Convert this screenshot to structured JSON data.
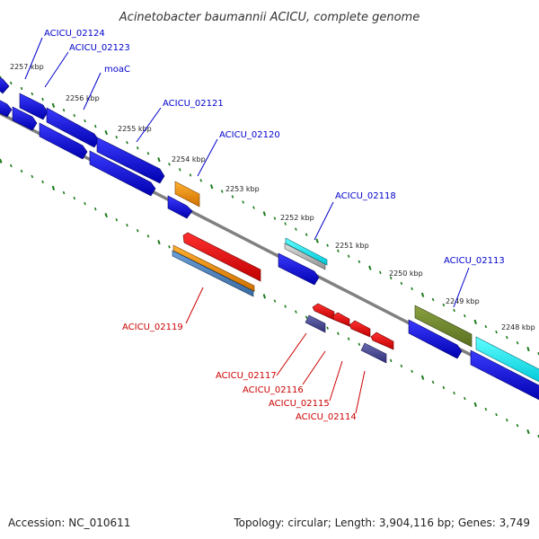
{
  "title": "Acinetobacter baumannii ACICU, complete genome",
  "footer": {
    "accession": "Accession: NC_010611",
    "topology": "Topology: circular; Length: 3,904,116 bp; Genes: 3,749"
  },
  "colors": {
    "forward_label": "#0000cc",
    "reverse_label": "#cc0000",
    "backbone": "#808080",
    "tick": "#1a7a1a"
  },
  "kbp_marks": [
    "2257 kbp",
    "2256 kbp",
    "2255 kbp",
    "2254 kbp",
    "2253 kbp",
    "2252 kbp",
    "2251 kbp",
    "2250 kbp",
    "2249 kbp",
    "2248 kbp"
  ],
  "gene_labels": [
    {
      "text": "ACICU_02124",
      "strand": "forward"
    },
    {
      "text": "ACICU_02123",
      "strand": "forward"
    },
    {
      "text": "moaC",
      "strand": "forward"
    },
    {
      "text": "ACICU_02121",
      "strand": "forward"
    },
    {
      "text": "ACICU_02120",
      "strand": "forward"
    },
    {
      "text": "ACICU_02118",
      "strand": "forward"
    },
    {
      "text": "ACICU_02113",
      "strand": "forward"
    },
    {
      "text": "ACICU_02119",
      "strand": "reverse"
    },
    {
      "text": "ACICU_02117",
      "strand": "reverse"
    },
    {
      "text": "ACICU_02116",
      "strand": "reverse"
    },
    {
      "text": "ACICU_02115",
      "strand": "reverse"
    },
    {
      "text": "ACICU_02114",
      "strand": "reverse"
    }
  ]
}
